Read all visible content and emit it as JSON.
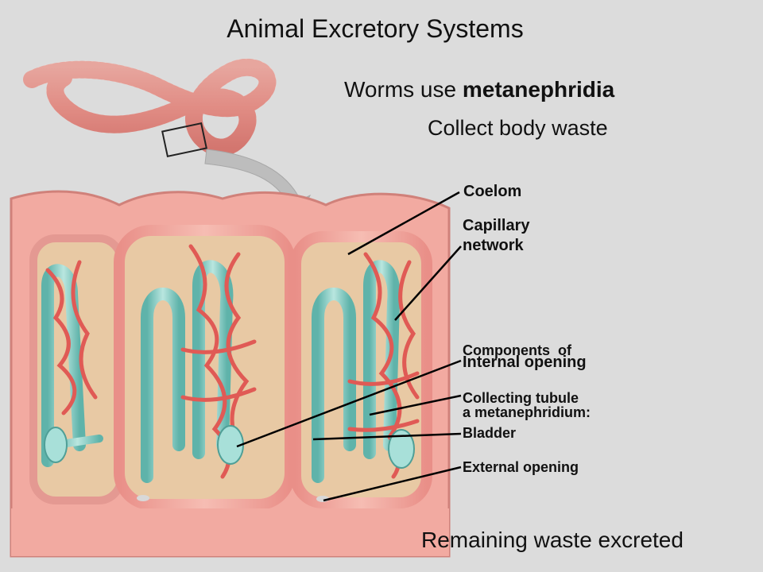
{
  "title": "Animal Excretory Systems",
  "subtitle": {
    "prefix": "Worms use ",
    "emphasis": "metanephridia"
  },
  "collect_text": "Collect body waste",
  "footer_text": "Remaining waste excreted",
  "labels": {
    "coelom": "Coelom",
    "capillary_line1": "Capillary",
    "capillary_line2": "network",
    "components_line1": "Components  of",
    "components_line2": "a metanephridium:",
    "internal_opening": "Internal opening",
    "collecting_tubule": "Collecting tubule",
    "bladder": "Bladder",
    "external_opening": "External opening"
  },
  "colors": {
    "background": "#dcdcdc",
    "worm_body": "#f0a8a0",
    "coelom_fill": "#e8c9a4",
    "capillary": "#e05a55",
    "tubule": "#7fcac1",
    "leader_line": "#000000"
  }
}
